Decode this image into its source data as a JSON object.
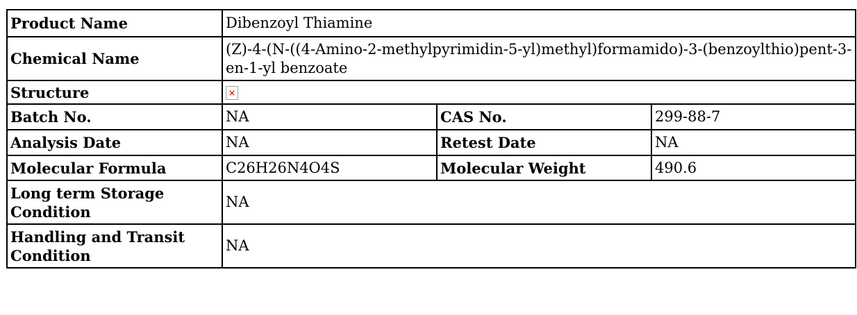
{
  "rows": {
    "product_name": {
      "label": "Product Name",
      "value": "Dibenzoyl Thiamine"
    },
    "chemical_name": {
      "label": "Chemical Name",
      "value": "(Z)-4-(N-((4-Amino-2-methylpyrimidin-5-yl)methyl)formamido)-3-(benzoylthio)pent-3-en-1-yl benzoate"
    },
    "structure": {
      "label": "Structure",
      "icon": "broken-image-icon",
      "icon_glyph": "×",
      "icon_color": "#d9261c"
    },
    "batch_no": {
      "label": "Batch No.",
      "value": "NA"
    },
    "cas_no": {
      "label": "CAS No.",
      "value": "299-88-7"
    },
    "analysis_date": {
      "label": "Analysis Date",
      "value": "NA"
    },
    "retest_date": {
      "label": "Retest Date",
      "value": "NA"
    },
    "molecular_formula": {
      "label": "Molecular Formula",
      "value": "C26H26N4O4S"
    },
    "molecular_weight": {
      "label": "Molecular Weight",
      "value": "490.6"
    },
    "long_term_storage": {
      "label": "Long term Storage Condition",
      "value": "NA"
    },
    "handling_transit": {
      "label": "Handling and Transit Condition",
      "value": "NA"
    }
  }
}
